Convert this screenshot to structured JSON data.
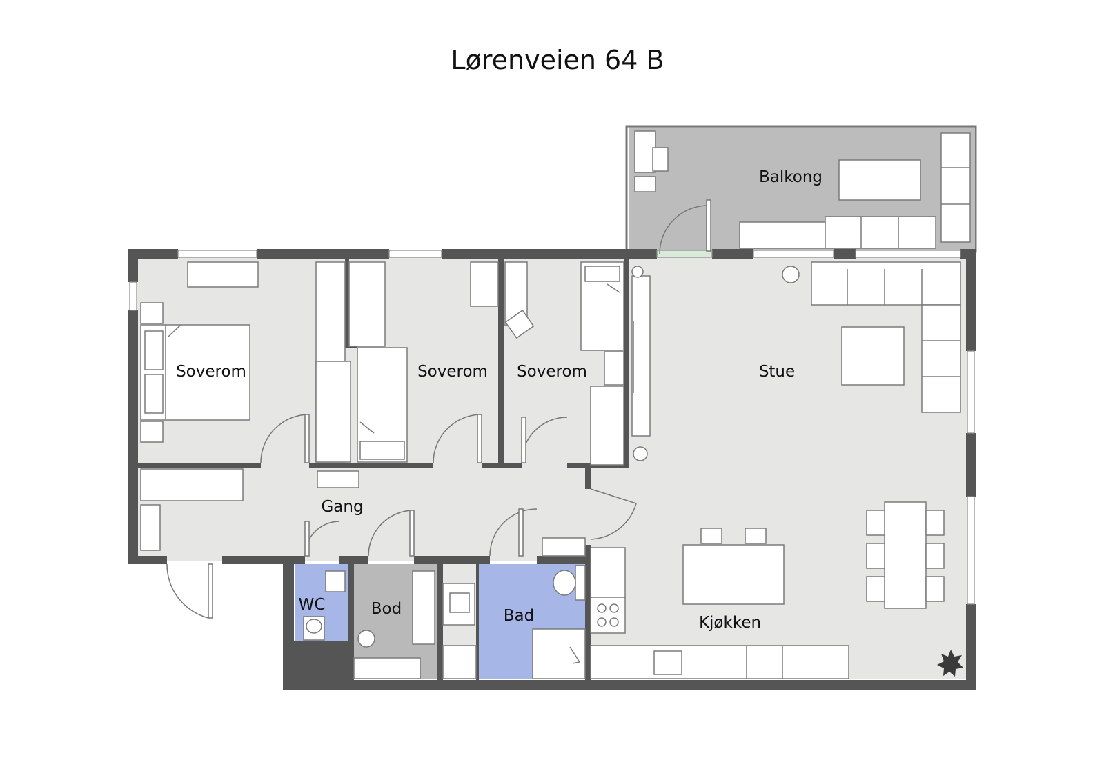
{
  "title": "Lørenveien 64 B",
  "colors": {
    "floor": "#e6e6e4",
    "balcony": "#bcbcbc",
    "wet_room": "#a6b6e6",
    "storage": "#b9b9b9",
    "wall": "#555555",
    "furniture": "#ffffff"
  },
  "rooms": {
    "balkong": "Balkong",
    "soverom_1": "Soverom",
    "soverom_2": "Soverom",
    "soverom_3": "Soverom",
    "stue": "Stue",
    "gang": "Gang",
    "wc": "WC",
    "bod": "Bod",
    "bad": "Bad",
    "kjokken": "Kjøkken"
  }
}
